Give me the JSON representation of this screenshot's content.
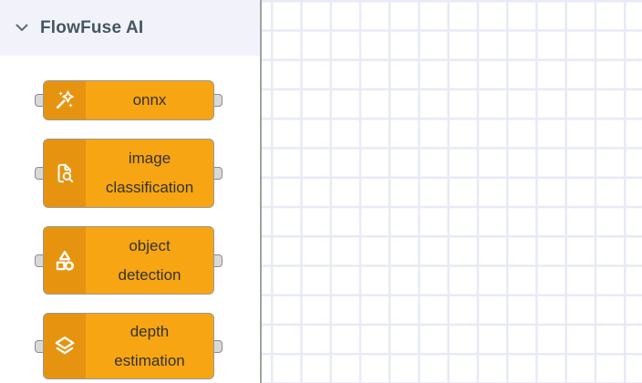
{
  "colors": {
    "node-fill": "#f7a512",
    "node-icon-fill": "#e69410",
    "node-border": "#999999",
    "node-text": "#333333",
    "port-fill": "#d9d9d9",
    "port-border": "#8c8c8c",
    "header-bg": "#f2f2fb",
    "header-text": "#445761",
    "chevron-color": "#5c6b75",
    "grid-line": "#e8eaf5",
    "divider": "#9da2a6",
    "icon-color": "#ffffff"
  },
  "palette": {
    "category": {
      "label": "FlowFuse AI",
      "expanded": true,
      "chevron_icon": "chevron-down-icon"
    },
    "nodes": [
      {
        "label": "onnx",
        "line1": "onnx",
        "icon": "wand-sparkles-icon"
      },
      {
        "label": "image classification",
        "line1": "image",
        "line2": "classification",
        "icon": "file-search-icon"
      },
      {
        "label": "object detection",
        "line1": "object",
        "line2": "detection",
        "icon": "shapes-icon"
      },
      {
        "label": "depth estimation",
        "line1": "depth",
        "line2": "estimation",
        "icon": "layers-icon"
      }
    ]
  },
  "canvas": {
    "type": "flow-canvas",
    "grid": "on"
  }
}
